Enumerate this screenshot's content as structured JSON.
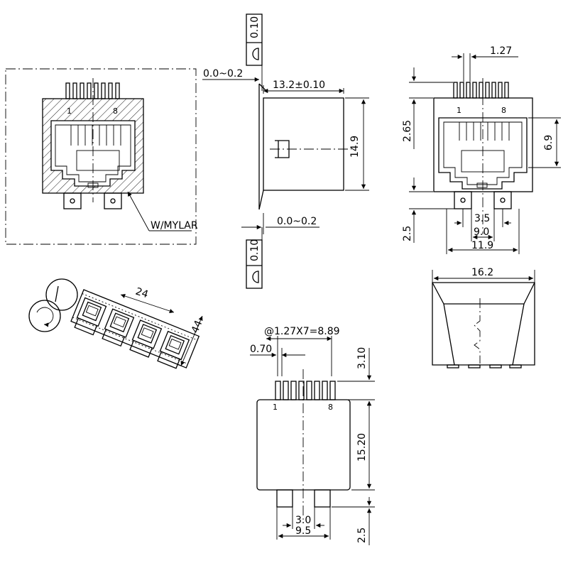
{
  "front_view": {
    "mylar_label": "W/MYLAR",
    "pin_label_first": "1",
    "pin_label_last": "8"
  },
  "side_view": {
    "gap_top": "0.0~0.2",
    "depth": "13.2±0.10",
    "height": "14.9",
    "gap_bottom": "0.0~0.2",
    "flatness_top": "0.10",
    "flatness_bottom": "0.10"
  },
  "pcb_view": {
    "pin_pitch": "1.27",
    "pin_height": "2.65",
    "opening_height": "6.9",
    "post_length": "2.5",
    "post_inner": "3.5",
    "post_spacing": "9.0",
    "post_outer": "11.9",
    "pin_label_first": "1",
    "pin_label_last": "8"
  },
  "tape_reel": {
    "pitch": "24",
    "tape_width": "44"
  },
  "top_view": {
    "width": "16.2"
  },
  "rear_view": {
    "pin_spacing": "@1.27X7=8.89",
    "pin_width": "0.70",
    "pin_length": "3.10",
    "body_height": "15.20",
    "post_gap": "3.0",
    "post_span": "9.5",
    "post_length": "2.5",
    "pin_label_first": "1",
    "pin_label_last": "8"
  }
}
